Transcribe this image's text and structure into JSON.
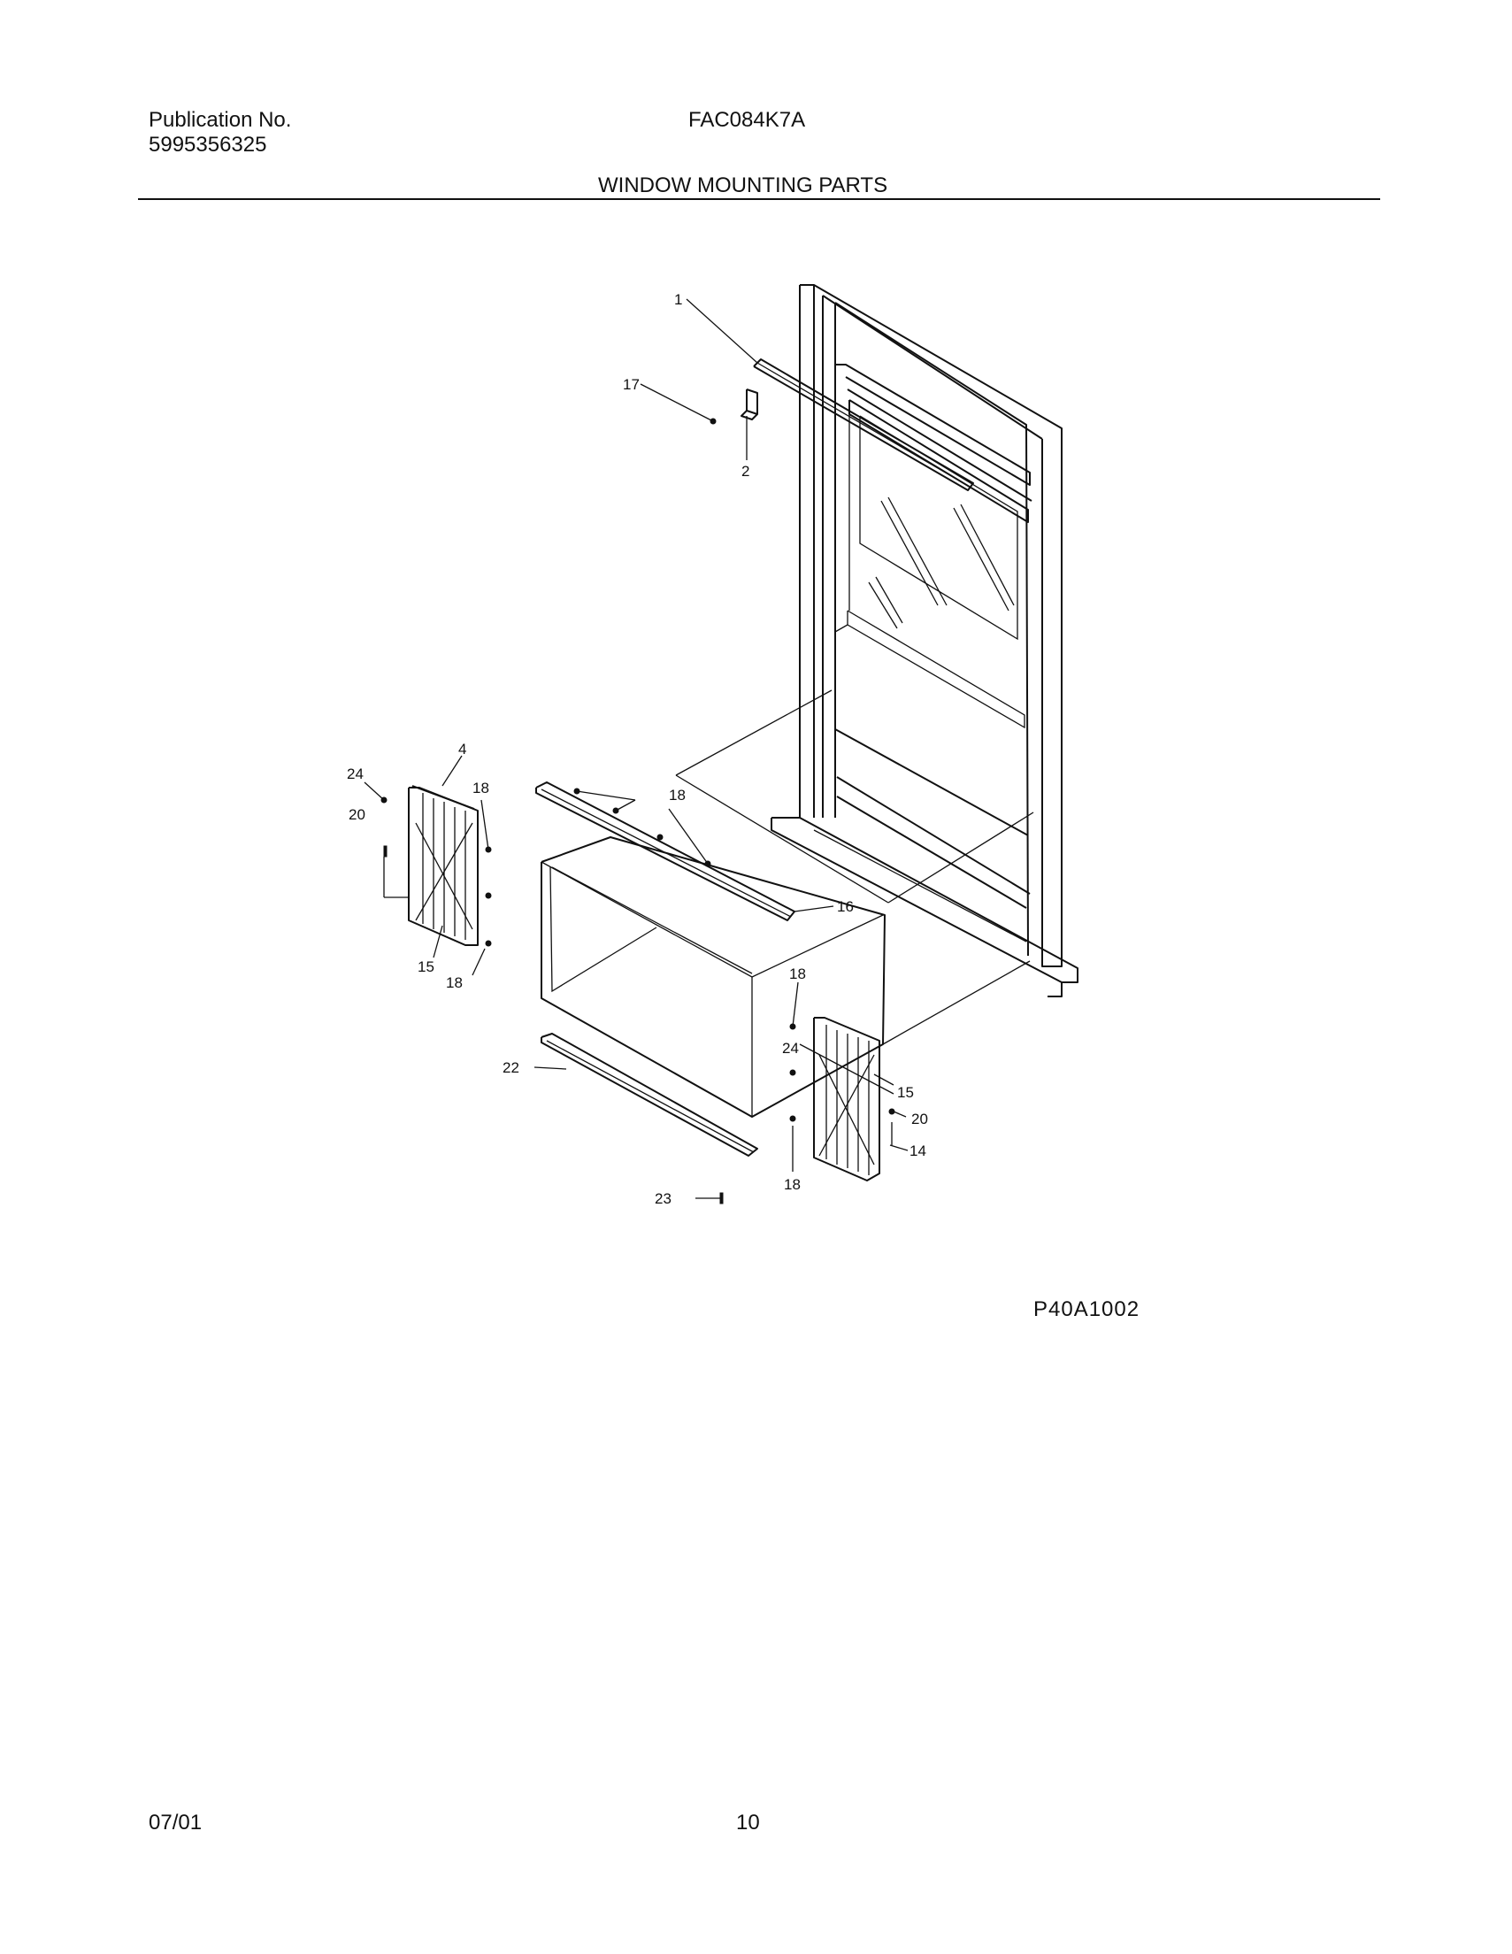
{
  "header": {
    "publication_label": "Publication No.",
    "publication_number": "5995356325",
    "model": "FAC084K7A",
    "section_title": "WINDOW MOUNTING PARTS"
  },
  "diagram": {
    "code": "P40A1002",
    "callouts": {
      "c1": "1",
      "c17": "17",
      "c2": "2",
      "c4": "4",
      "c24a": "24",
      "c20a": "20",
      "c18a": "18",
      "c15a": "15",
      "c18b": "18",
      "c18c": "18",
      "c16": "16",
      "c22": "22",
      "c23": "23",
      "c18d": "18",
      "c24b": "24",
      "c15b": "15",
      "c20b": "20",
      "c14": "14",
      "c18e": "18"
    }
  },
  "footer": {
    "date": "07/01",
    "page_number": "10"
  }
}
